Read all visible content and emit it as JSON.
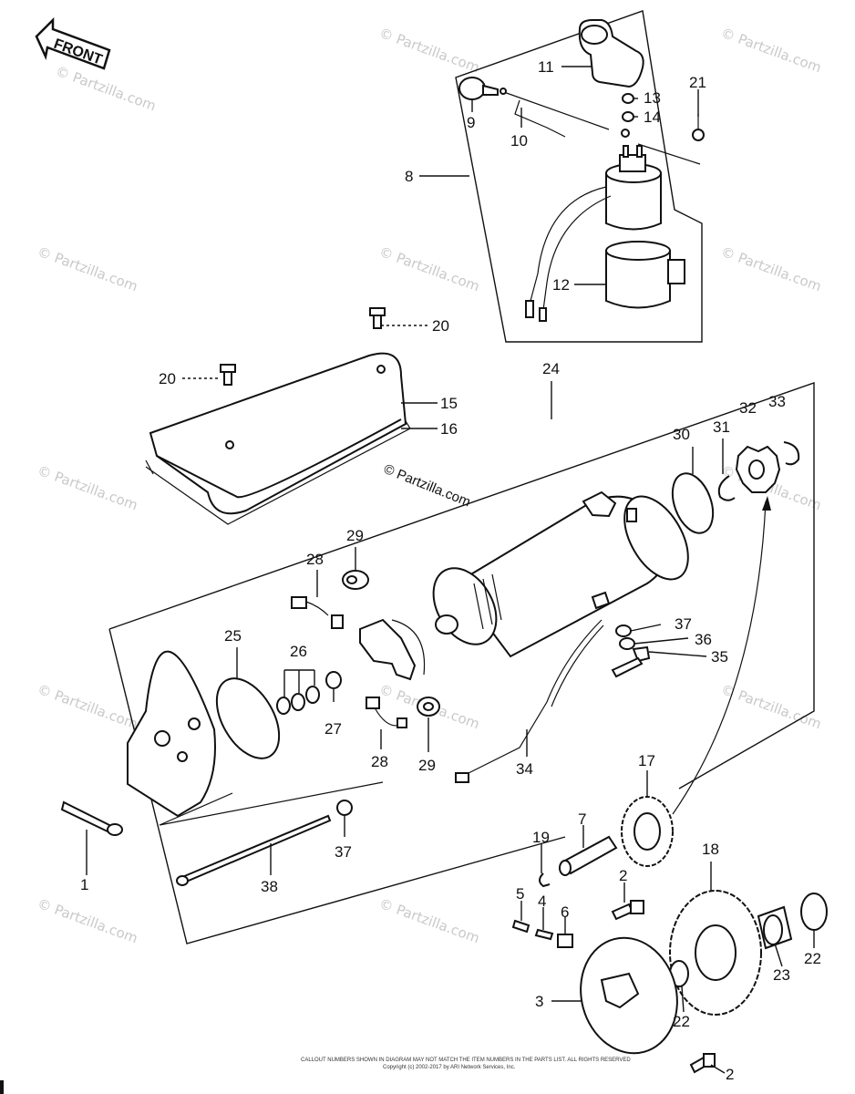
{
  "front_label": "FRONT",
  "center_watermark": "© Partzilla.com",
  "watermark": "© Partzilla.com",
  "footer": {
    "line1": "CALLOUT NUMBERS SHOWN IN DIAGRAM MAY NOT MATCH THE ITEM NUMBERS IN THE PARTS LIST. ALL RIGHTS RESERVED",
    "line2": "Copyright (c) 2002-2017 by ARI Network Services, Inc."
  },
  "callouts": {
    "c1": "1",
    "c2a": "2",
    "c2b": "2",
    "c3": "3",
    "c4": "4",
    "c5": "5",
    "c6": "6",
    "c7": "7",
    "c8": "8",
    "c9": "9",
    "c10": "10",
    "c11": "11",
    "c12": "12",
    "c13": "13",
    "c14": "14",
    "c15": "15",
    "c16": "16",
    "c17": "17",
    "c18": "18",
    "c19": "19",
    "c20a": "20",
    "c20b": "20",
    "c21": "21",
    "c22a": "22",
    "c22b": "22",
    "c23": "23",
    "c24": "24",
    "c25": "25",
    "c26": "26",
    "c27": "27",
    "c28a": "28",
    "c28b": "28",
    "c29a": "29",
    "c29b": "29",
    "c30": "30",
    "c31": "31",
    "c32": "32",
    "c33": "33",
    "c34": "34",
    "c35": "35",
    "c36": "36",
    "c37a": "37",
    "c37b": "37",
    "c38": "38"
  }
}
